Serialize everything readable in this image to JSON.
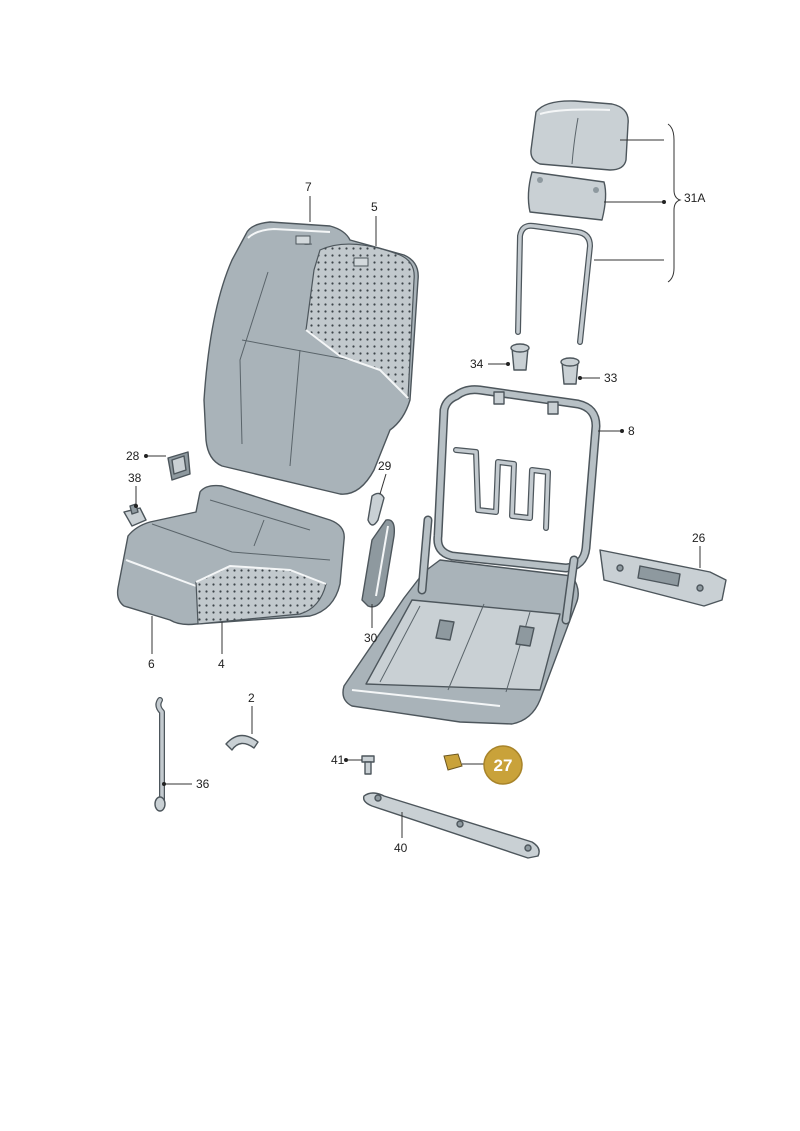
{
  "diagram": {
    "callouts": {
      "c7": "7",
      "c5": "5",
      "c31A": "31A",
      "c34": "34",
      "c33": "33",
      "c8": "8",
      "c28": "28",
      "c38": "38",
      "c29": "29",
      "c26": "26",
      "c30": "30",
      "c6": "6",
      "c4": "4",
      "c2": "2",
      "c36": "36",
      "c41": "41",
      "c27": "27",
      "c40": "40"
    },
    "highlight_color": "#c9a23a"
  }
}
